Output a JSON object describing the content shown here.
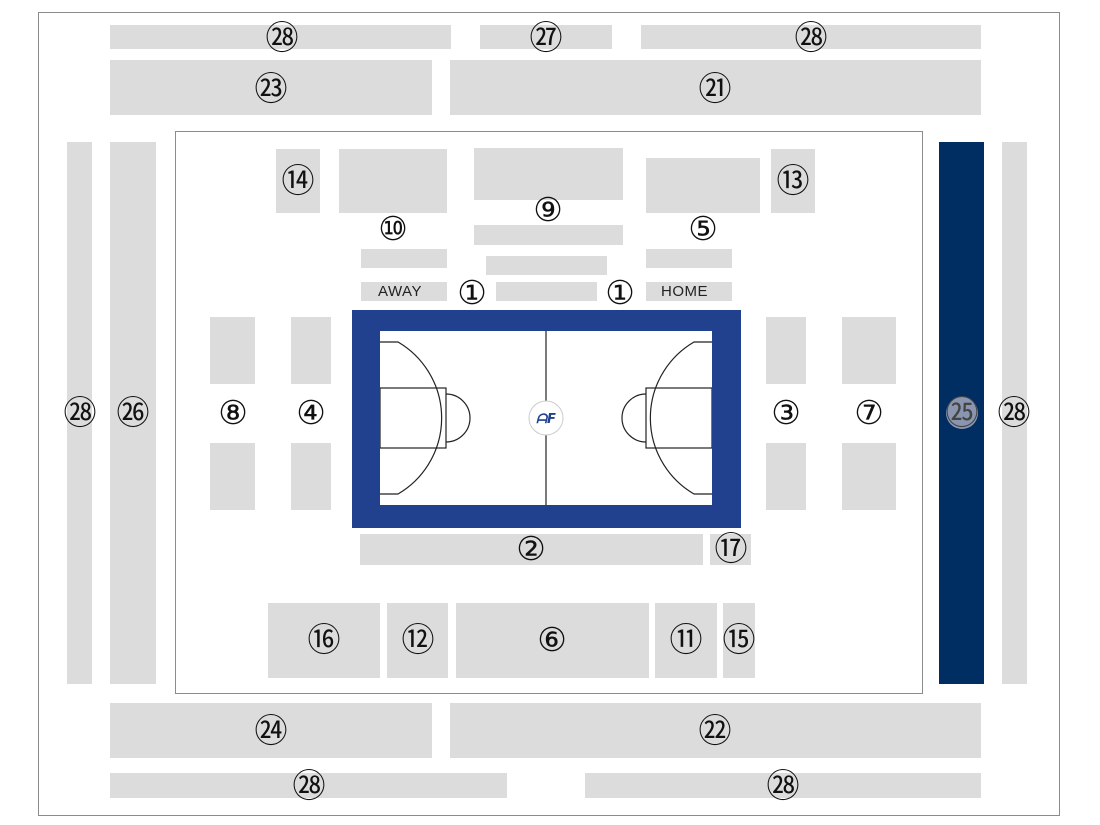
{
  "colors": {
    "seat_block": "#dcdcdc",
    "frame": "#8c8c8c",
    "court_border": "#21418f",
    "court_floor": "#ffffff",
    "highlight_block": "#002d62",
    "highlight_number_circle": "#8a95b0"
  },
  "labels": {
    "away": "AWAY",
    "home": "HOME"
  },
  "numbers": {
    "n1a": "①",
    "n1b": "①",
    "n2": "②",
    "n3": "③",
    "n4": "④",
    "n5": "⑤",
    "n6": "⑥",
    "n7": "⑦",
    "n8": "⑧",
    "n9": "⑨",
    "n10": "⑩",
    "n11": "⑪",
    "n12": "⑫",
    "n13": "⑬",
    "n14": "⑭",
    "n15": "⑮",
    "n16": "⑯",
    "n17": "⑰",
    "n21": "㉑",
    "n22": "㉒",
    "n23": "㉓",
    "n24": "㉔",
    "n25": "㉕",
    "n26": "㉖",
    "n27": "㉗",
    "n28_top_left": "㉘",
    "n28_top_right": "㉘",
    "n28_left": "㉘",
    "n28_right": "㉘",
    "n28_bottom_left": "㉘",
    "n28_bottom_right": "㉘"
  },
  "center_logo_icon": "team-logo-icon"
}
